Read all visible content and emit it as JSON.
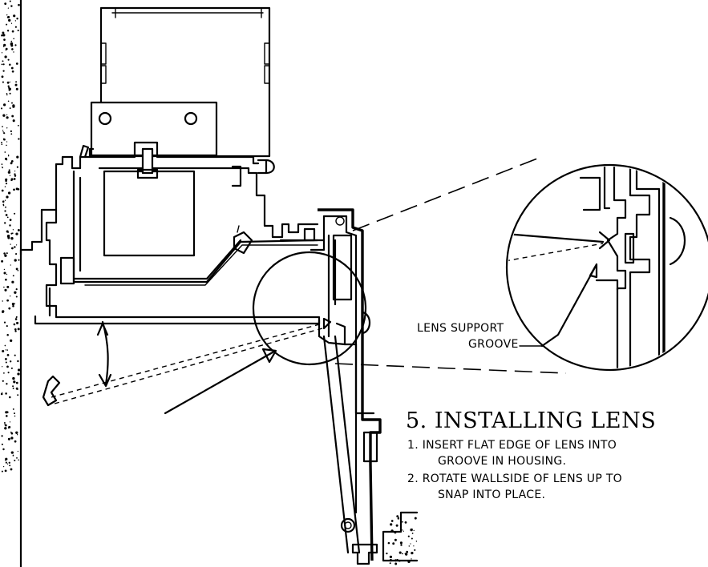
{
  "callout": {
    "line1": "LENS SUPPORT",
    "line2": "GROOVE"
  },
  "section": {
    "title": "5. INSTALLING LENS",
    "steps": [
      {
        "line1": "1. INSERT FLAT EDGE OF LENS INTO",
        "line2": "GROOVE IN HOUSING."
      },
      {
        "line1": "2. ROTATE WALLSIDE OF LENS UP TO",
        "line2": "SNAP INTO PLACE."
      }
    ]
  }
}
